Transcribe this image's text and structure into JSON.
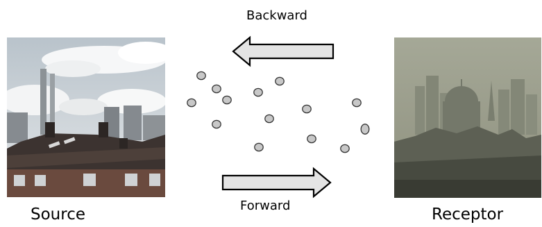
{
  "labels": {
    "source": "Source",
    "receptor": "Receptor",
    "backward": "Backward",
    "forward": "Forward"
  },
  "colors": {
    "arrow_fill": "#e4e4e4",
    "arrow_stroke": "#000000",
    "particle_fill": "#c8c8c8",
    "particle_stroke": "#333333"
  },
  "icons": {
    "source": "power-plant-photo",
    "receptor": "smoggy-city-skyline-photo"
  }
}
